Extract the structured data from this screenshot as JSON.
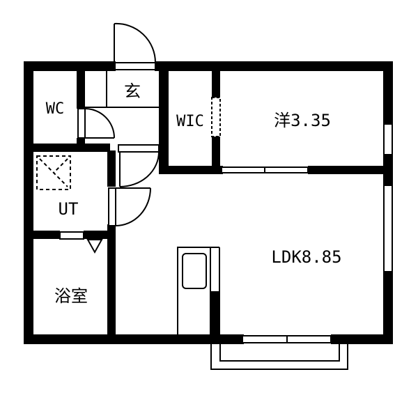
{
  "floorplan": {
    "rooms": [
      {
        "id": "wc",
        "label": "WC"
      },
      {
        "id": "genkan",
        "label": "玄"
      },
      {
        "id": "wic",
        "label": "WIC"
      },
      {
        "id": "western",
        "label": "洋3.35"
      },
      {
        "id": "ut",
        "label": "UT"
      },
      {
        "id": "bath",
        "label": "浴室"
      },
      {
        "id": "ldk",
        "label": "LDK8.85"
      }
    ],
    "colors": {
      "wall": "#000000",
      "background": "#ffffff"
    }
  }
}
